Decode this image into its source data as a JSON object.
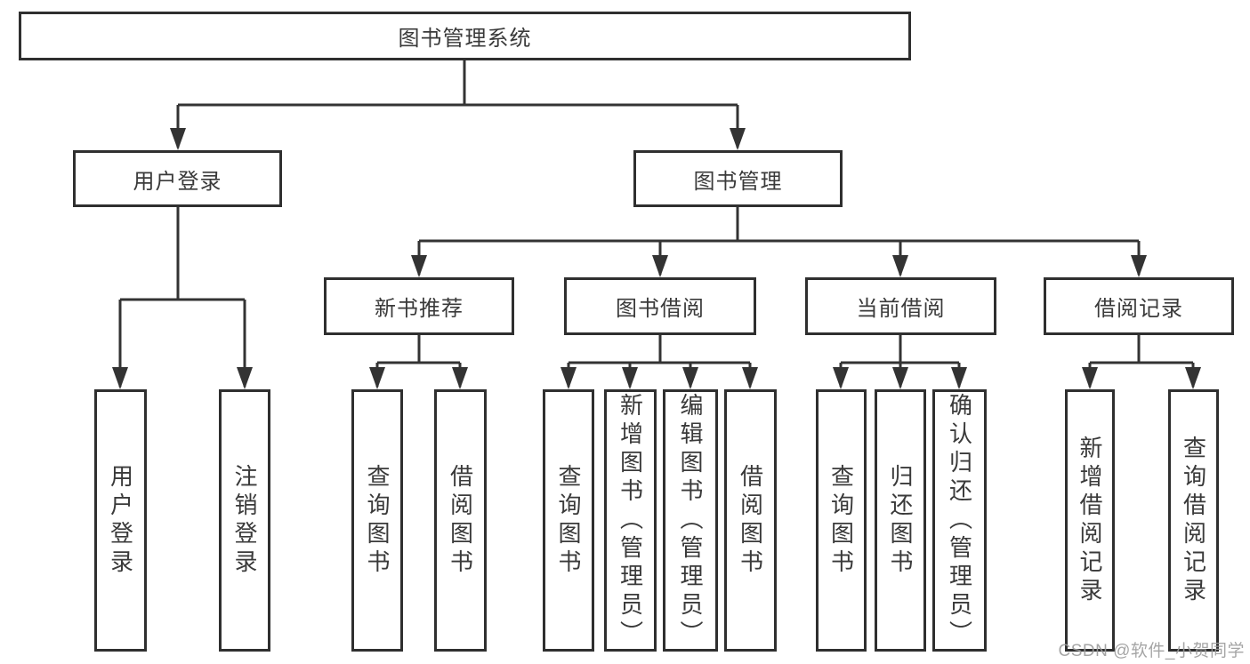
{
  "diagram": {
    "type": "tree",
    "root": {
      "label": "图书管理系统",
      "children": [
        {
          "label": "用户登录",
          "children": [
            {
              "label": "用户登录"
            },
            {
              "label": "注销登录"
            }
          ]
        },
        {
          "label": "图书管理",
          "children": [
            {
              "label": "新书推荐",
              "children": [
                {
                  "label": "查询图书"
                },
                {
                  "label": "借阅图书"
                }
              ]
            },
            {
              "label": "图书借阅",
              "children": [
                {
                  "label": "查询图书"
                },
                {
                  "label": "新增图书（管理员）"
                },
                {
                  "label": "编辑图书（管理员）"
                },
                {
                  "label": "借阅图书"
                }
              ]
            },
            {
              "label": "当前借阅",
              "children": [
                {
                  "label": "查询图书"
                },
                {
                  "label": "归还图书"
                },
                {
                  "label": "确认归还（管理员）"
                }
              ]
            },
            {
              "label": "借阅记录",
              "children": [
                {
                  "label": "新增借阅记录"
                },
                {
                  "label": "查询借阅记录"
                }
              ]
            }
          ]
        }
      ]
    }
  },
  "watermark": {
    "text": "CSDN @软件_小贺同学",
    "color": "#9c9c9c"
  },
  "colors": {
    "line": "#333333",
    "box_border": "#2f2f2f",
    "text": "#3a3a3a",
    "background": "#ffffff"
  }
}
